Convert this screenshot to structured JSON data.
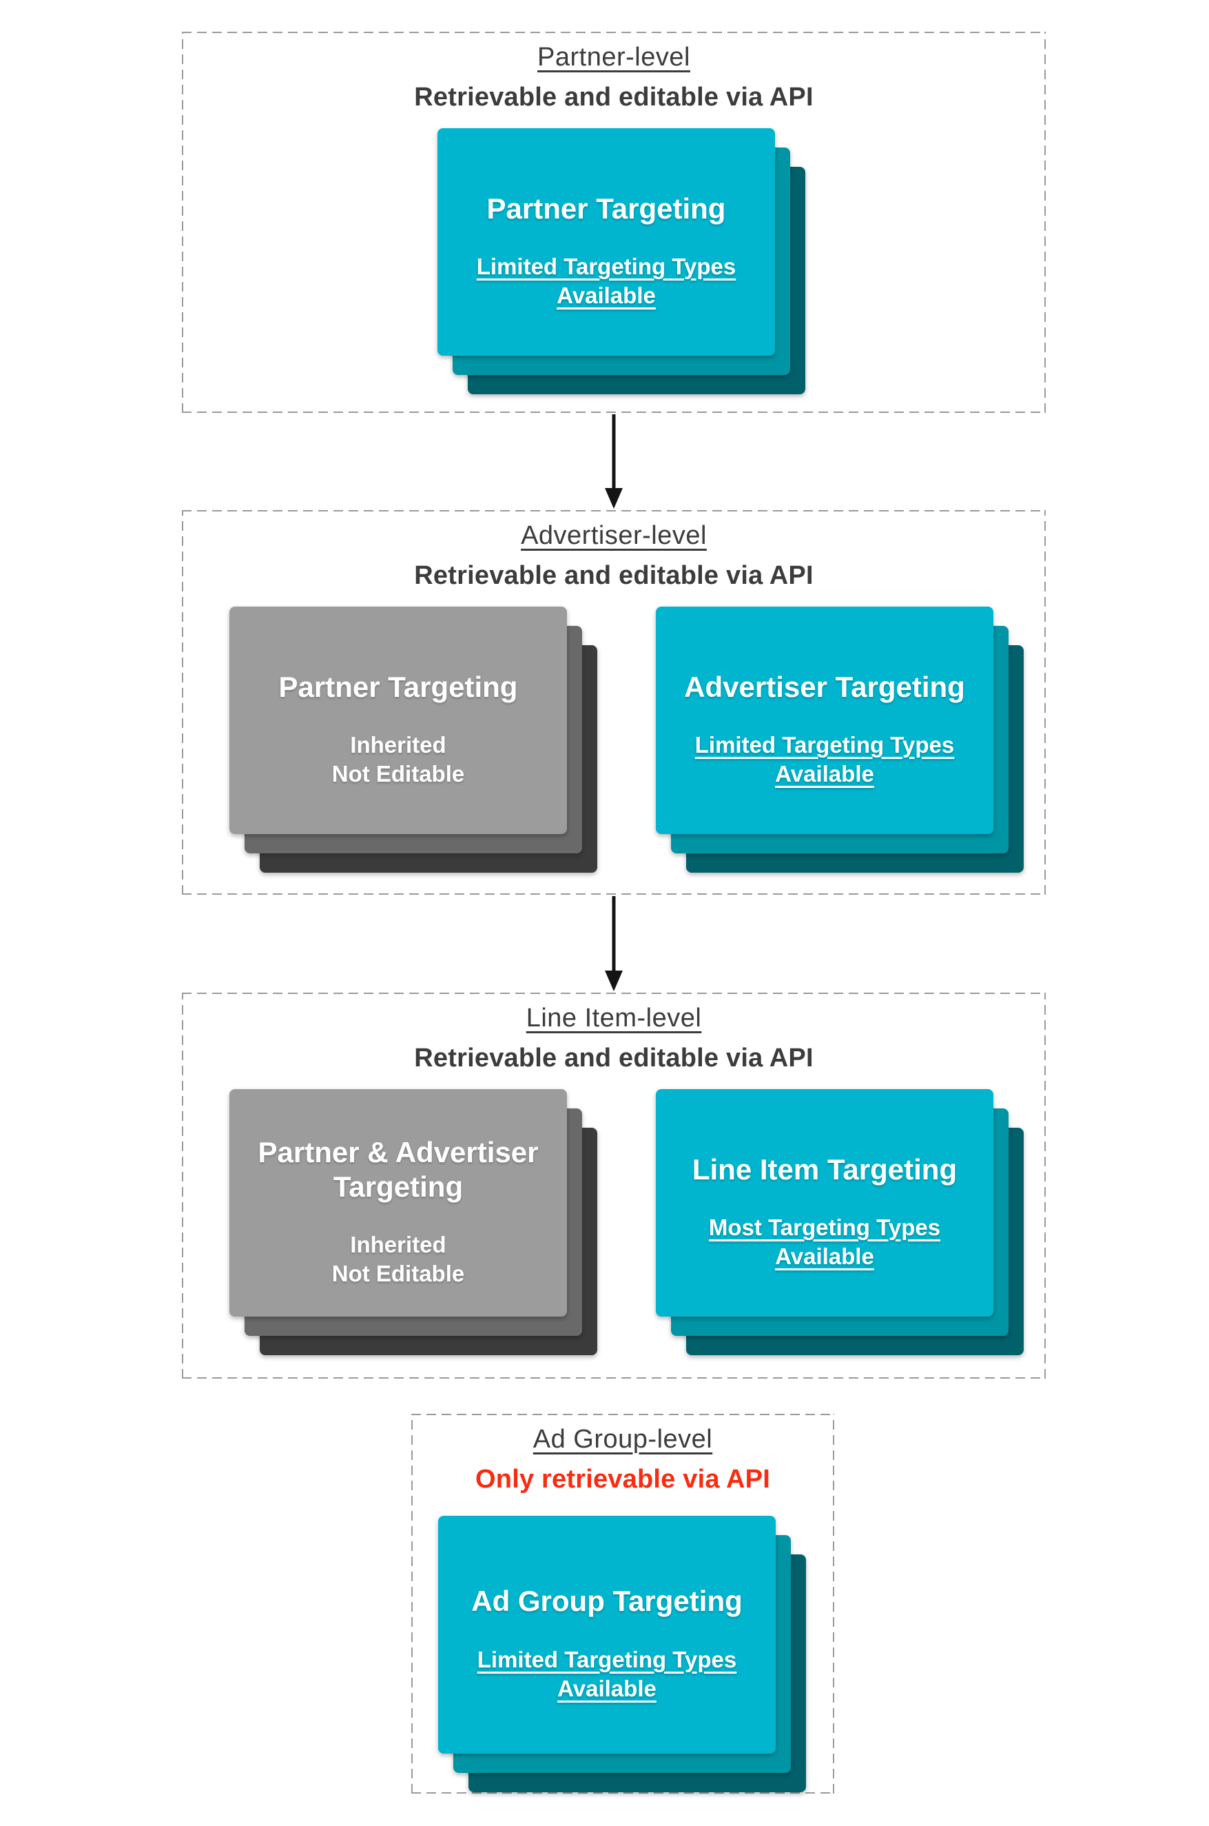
{
  "colors": {
    "background": "#ffffff",
    "dashed_border": "#9a9a9a",
    "header_text": "#3c3c3c",
    "alert_red": "#fa2b0e",
    "arrow_black": "#141414",
    "teal_card_front": "#00b5cd",
    "teal_card_middle": "#0095a4",
    "teal_card_back": "#02606b",
    "gray_card_front": "#9c9c9c",
    "gray_card_middle": "#696969",
    "gray_card_back": "#3b3b3b",
    "card_text": "#ffffff"
  },
  "sections": [
    {
      "title": "Partner-level",
      "subtitle": "Retrievable and editable via API",
      "cards": [
        {
          "style": "teal",
          "title": "Partner Targeting",
          "subtitle_lines": [
            "Limited Targeting Types",
            "Available"
          ],
          "subtitle_underlined": true
        }
      ]
    },
    {
      "title": "Advertiser-level",
      "subtitle": "Retrievable and editable via API",
      "cards": [
        {
          "style": "gray",
          "title": "Partner Targeting",
          "subtitle_lines": [
            "Inherited",
            "Not Editable"
          ],
          "subtitle_underlined": false
        },
        {
          "style": "teal",
          "title": "Advertiser Targeting",
          "subtitle_lines": [
            "Limited Targeting Types",
            "Available"
          ],
          "subtitle_underlined": true
        }
      ]
    },
    {
      "title": "Line Item-level",
      "subtitle": "Retrievable and editable via API",
      "cards": [
        {
          "style": "gray",
          "title": "Partner & Advertiser Targeting",
          "subtitle_lines": [
            "Inherited",
            "Not Editable"
          ],
          "subtitle_underlined": false
        },
        {
          "style": "teal",
          "title": "Line Item Targeting",
          "subtitle_lines": [
            "Most Targeting Types",
            "Available"
          ],
          "subtitle_underlined": true
        }
      ]
    },
    {
      "title": "Ad Group-level",
      "subtitle": "Only retrievable via API",
      "subtitle_alert": true,
      "cards": [
        {
          "style": "teal",
          "title": "Ad Group Targeting",
          "subtitle_lines": [
            "Limited Targeting Types",
            "Available"
          ],
          "subtitle_underlined": true
        }
      ]
    }
  ],
  "connectors": [
    {
      "from": "Partner-level",
      "to": "Advertiser-level"
    },
    {
      "from": "Advertiser-level",
      "to": "Line Item-level"
    }
  ]
}
